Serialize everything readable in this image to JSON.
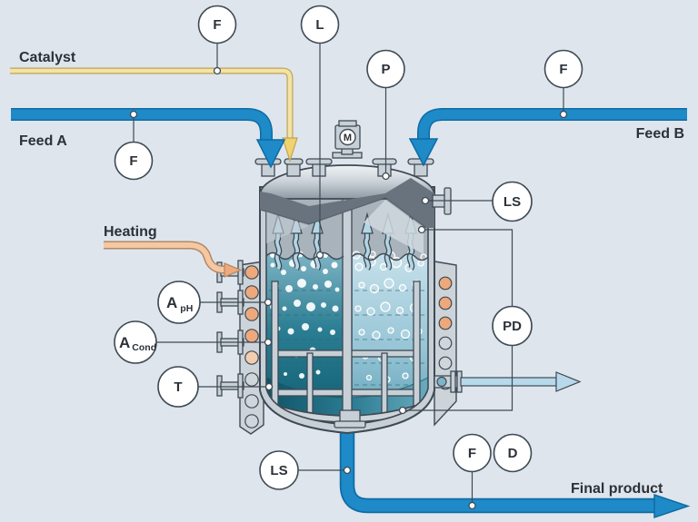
{
  "labels": {
    "catalyst": "Catalyst",
    "feed_a": "Feed A",
    "feed_b": "Feed B",
    "heating": "Heating",
    "final_product": "Final product"
  },
  "motor": {
    "label": "M"
  },
  "instruments": {
    "flow_catalyst": "F",
    "level": "L",
    "pressure": "P",
    "flow_feed_b": "F",
    "flow_feed_a": "F",
    "level_switch_top": "LS",
    "pressure_differential": "PD",
    "analyzer_ph": {
      "main": "A",
      "sub": "pH"
    },
    "analyzer_conductivity": {
      "main": "A",
      "sub": "Cond"
    },
    "temperature": "T",
    "level_switch_bottom": "LS",
    "flow_product": "F",
    "density": "D"
  },
  "colors": {
    "background": "#dee5ed",
    "ink": "#2b3137",
    "line": "#3f4a54",
    "circle_fill": "#ffffff",
    "circle_stroke": "#3f4a54",
    "pipe_blue": "#1e8ac8",
    "pipe_blue_dark": "#0f6ba2",
    "product_thin": "#b7d9e9",
    "catalyst_fill": "#f3e3a6",
    "catalyst_border": "#bfa355",
    "catalyst_arrow": "#f0d36e",
    "heating_fill": "#f6c8a2",
    "heating_border": "#b08866",
    "heating_arrow": "#efa97a",
    "vessel_metal": "#c8d0d7",
    "jacket": "#ccd4da",
    "port_orange": "#eda97c",
    "steam": "#b3d6e6",
    "liquid_dark": "#146175",
    "liquid_light": "#9ecbdc"
  }
}
